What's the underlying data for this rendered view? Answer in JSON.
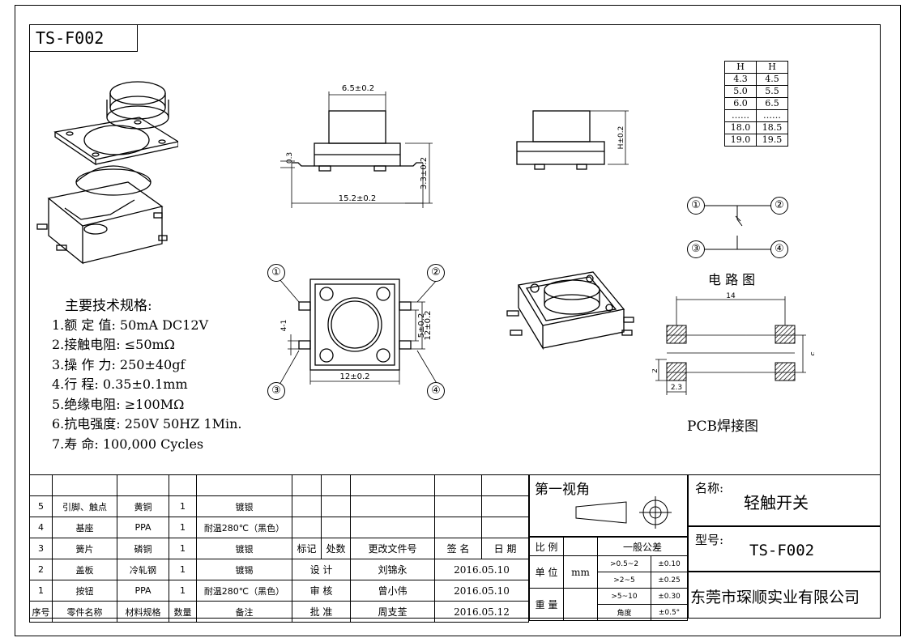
{
  "drawing_code": "TS-F002",
  "specs": {
    "title": "主要技术规格:",
    "lines": [
      "1.额 定 值: 50mA DC12V",
      "2.接触电阻: ≤50mΩ",
      "3.操 作 力: 250±40gf",
      "4.行    程: 0.35±0.1mm",
      "5.绝缘电阻: ≥100MΩ",
      "6.抗电强度: 250V 50HZ 1Min.",
      "7.寿    命: 100,000 Cycles"
    ]
  },
  "dimensions": {
    "cap_width": "6.5±0.2",
    "body_length": "15.2±0.2",
    "height_base": "3.3±0.2",
    "terminal_offset": "0.3",
    "height_h": "H±0.2",
    "body_width": "12±0.2",
    "pin_spacing": "5±0.2",
    "body_depth": "12±0.2",
    "pin_width": "4-1",
    "pcb_x": "14",
    "pcb_y": "5",
    "pad_size": "2",
    "pad_w": "2.3"
  },
  "pins": [
    "①",
    "②",
    "③",
    "④"
  ],
  "height_table": {
    "headers": [
      "H",
      "H"
    ],
    "rows": [
      [
        "4.3",
        "4.5"
      ],
      [
        "5.0",
        "5.5"
      ],
      [
        "6.0",
        "6.5"
      ],
      [
        "……",
        "……"
      ],
      [
        "18.0",
        "18.5"
      ],
      [
        "19.0",
        "19.5"
      ]
    ]
  },
  "circuit_label": "电 路 图",
  "pcb_label": "PCB焊接图",
  "bom": {
    "rows": [
      [
        "5",
        "引脚、触点",
        "黄铜",
        "1",
        "镀银"
      ],
      [
        "4",
        "基座",
        "PPA",
        "1",
        "耐温280℃（黑色）"
      ],
      [
        "3",
        "簧片",
        "磷铜",
        "1",
        "镀银"
      ],
      [
        "2",
        "盖板",
        "冷轧钢",
        "1",
        "镀锡"
      ],
      [
        "1",
        "按钮",
        "PPA",
        "1",
        "耐温280℃（黑色）"
      ]
    ],
    "headers": [
      "序号",
      "零件名称",
      "材料规格",
      "数量",
      "备注"
    ]
  },
  "revision": {
    "headers": [
      "标记",
      "处数",
      "更改文件号",
      "签 名",
      "日 期"
    ],
    "approvals": [
      [
        "设  计",
        "刘锦永",
        "2016.05.10"
      ],
      [
        "审  核",
        "曾小伟",
        "2016.05.10"
      ],
      [
        "批  准",
        "周支荃",
        "2016.05.12"
      ]
    ]
  },
  "projection_label": "第一视角",
  "tolerance": {
    "scale_label": "比 例",
    "unit_label": "单 位",
    "unit_value": "mm",
    "weight_label": "重 量",
    "general_label": "一般公差",
    "rows": [
      [
        ">0.5~2",
        "±0.10"
      ],
      [
        ">2~5",
        "±0.25"
      ],
      [
        ">5~10",
        "±0.30"
      ],
      [
        "角度",
        "±0.5°"
      ]
    ]
  },
  "name_label": "名称:",
  "name_value": "轻触开关",
  "model_label": "型号:",
  "model_value": "TS-F002",
  "company": "东莞市琛顺实业有限公司"
}
